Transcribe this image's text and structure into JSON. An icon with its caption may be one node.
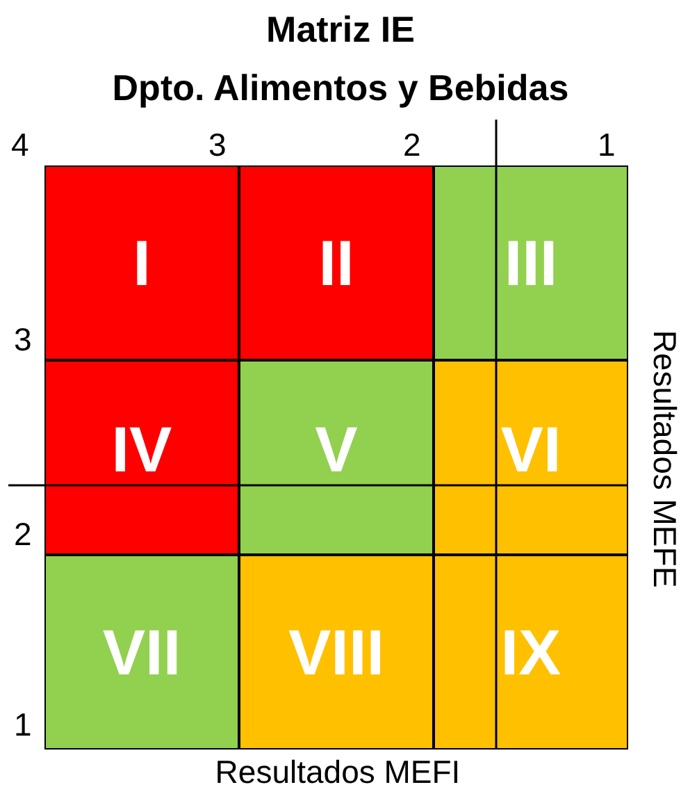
{
  "diagram": {
    "title": "Matriz IE",
    "nodes": [
      {
        "text": [
          "I"
        ]
      },
      {
        "text": [
          "II"
        ]
      },
      {
        "text": [
          "III"
        ]
      },
      {
        "text": [
          "IV"
        ]
      },
      {
        "text": [
          "V"
        ]
      },
      {
        "text": [
          "VI"
        ]
      },
      {
        "text": [
          "VII"
        ]
      },
      {
        "text": [
          "VIII"
        ]
      },
      {
        "text": [
          "IX"
        ]
      }
    ],
    "labels": [
      "Dpto. Alimentos y Bebidas",
      "4",
      "3",
      "2",
      "1",
      "3",
      "2",
      "1",
      "Resultados MEFE",
      "Resultados MEFI"
    ]
  }
}
